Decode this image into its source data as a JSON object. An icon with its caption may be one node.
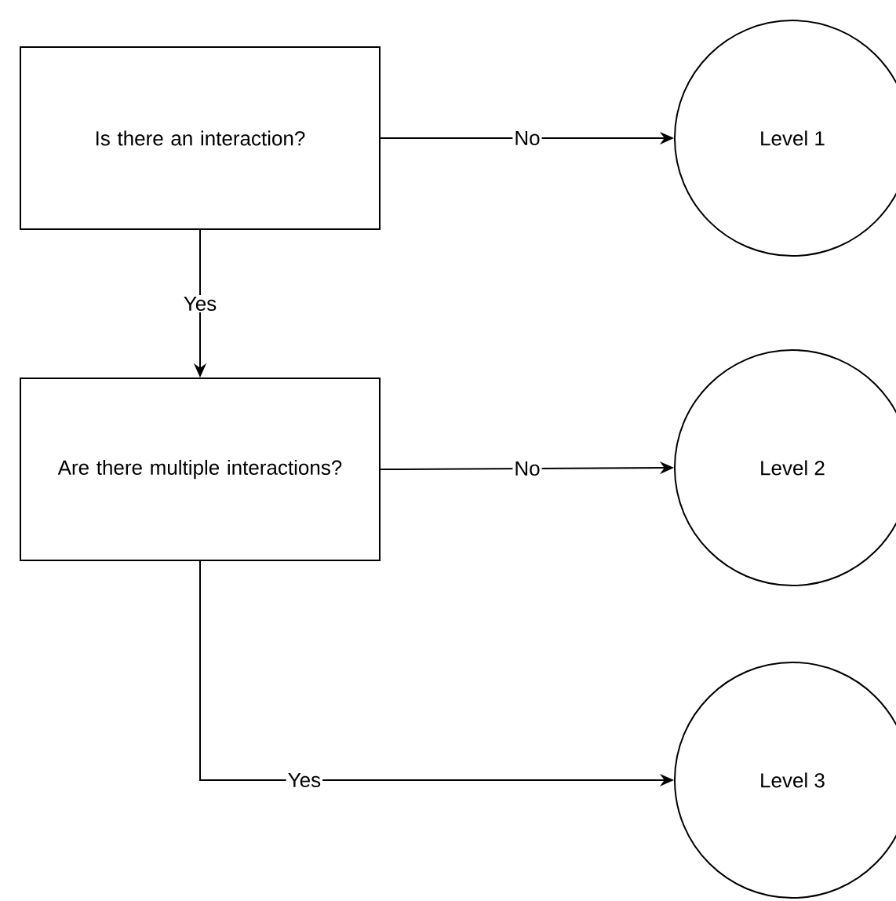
{
  "diagram": {
    "nodes": [
      {
        "text": [
          "Is there an interaction?"
        ]
      },
      {
        "text": [
          "Are there multiple interactions?"
        ]
      },
      {
        "text": [
          "Level 1"
        ]
      },
      {
        "text": [
          "Level 2"
        ]
      },
      {
        "text": [
          "Level 3"
        ]
      }
    ],
    "edges": [
      {
        "from": 0,
        "to": 2,
        "arrow": "to",
        "label": "No"
      },
      {
        "from": 0,
        "to": 1,
        "arrow": "to",
        "label": "Yes"
      },
      {
        "from": 1,
        "to": 3,
        "arrow": "to",
        "label": "No"
      },
      {
        "from": 1,
        "to": 4,
        "arrow": "to",
        "label": "Yes"
      }
    ]
  }
}
